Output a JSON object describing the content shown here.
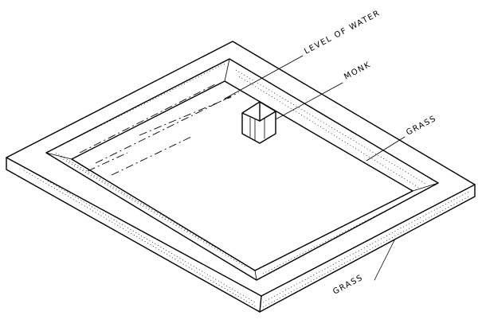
{
  "labels": {
    "level_of_water": "LEVEL OF WATER",
    "monk": "MONK",
    "grass_right": "GRASS",
    "grass_bottom": "GRASS"
  }
}
